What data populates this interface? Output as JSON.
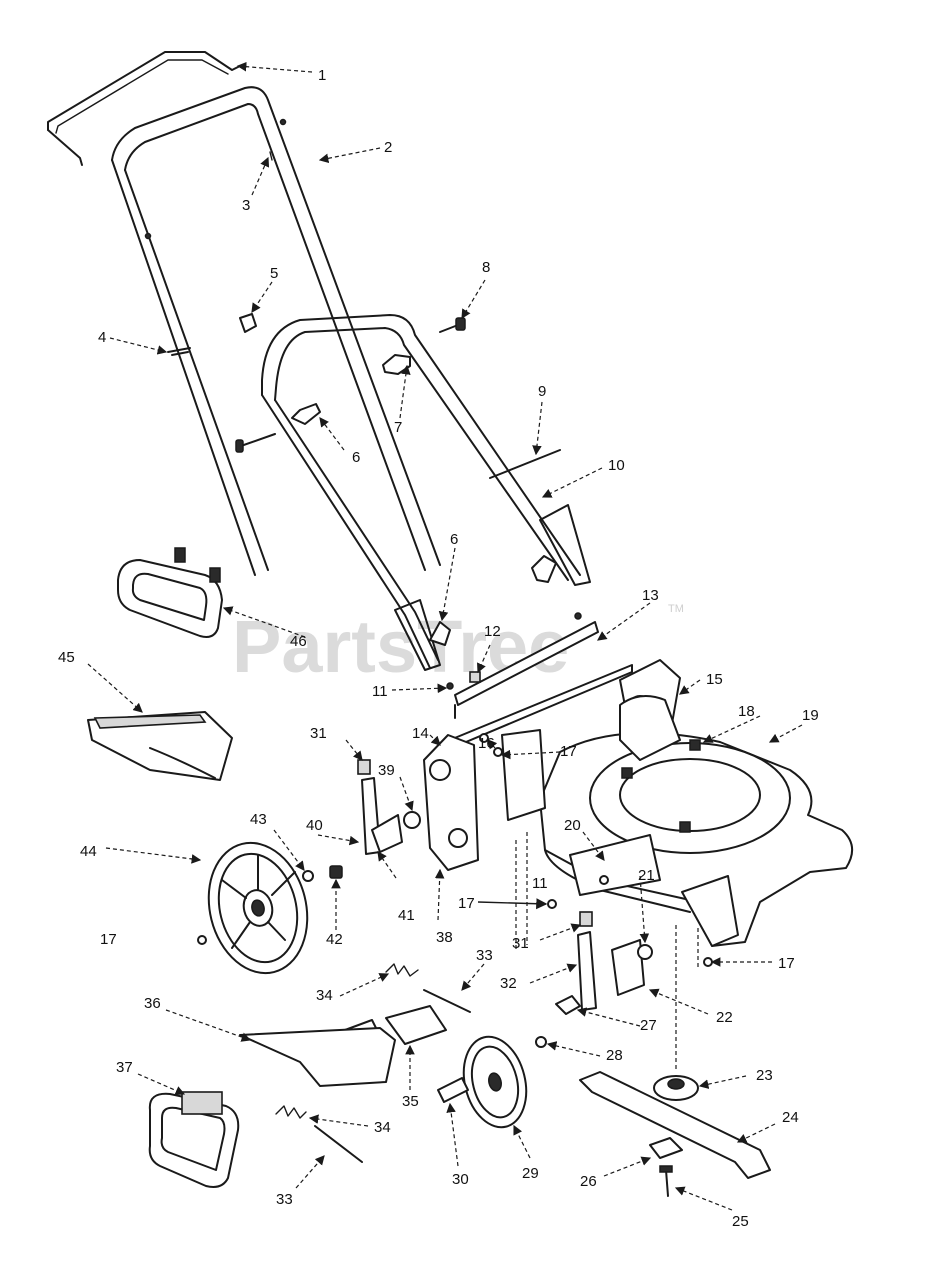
{
  "watermark": {
    "brand": "PartsTree",
    "trademark": "TM"
  },
  "colors": {
    "line": "#1a1a1a",
    "watermark": "#cfcfcf",
    "background": "#ffffff"
  },
  "callouts": [
    "1",
    "2",
    "3",
    "4",
    "5",
    "6",
    "7",
    "8",
    "9",
    "10",
    "6",
    "11",
    "12",
    "13",
    "14",
    "15",
    "16",
    "17",
    "18",
    "19",
    "20",
    "21",
    "17",
    "11",
    "17",
    "31",
    "22",
    "32",
    "23",
    "24",
    "25",
    "26",
    "27",
    "28",
    "29",
    "30",
    "31",
    "33",
    "33",
    "34",
    "34",
    "35",
    "36",
    "37",
    "38",
    "39",
    "40",
    "41",
    "42",
    "43",
    "44",
    "45",
    "46"
  ]
}
